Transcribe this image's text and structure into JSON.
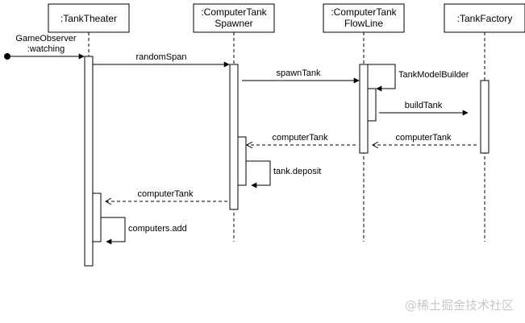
{
  "participants": [
    {
      "id": "theater",
      "lines": [
        ":TankTheater"
      ]
    },
    {
      "id": "spawner",
      "lines": [
        ":ComputerTank",
        "Spawner"
      ]
    },
    {
      "id": "flowline",
      "lines": [
        ":ComputerTank",
        "FlowLine"
      ]
    },
    {
      "id": "factory",
      "lines": [
        ":TankFactory"
      ]
    }
  ],
  "messages": {
    "observer": [
      [
        "GameObserver",
        ":watching"
      ]
    ],
    "random_span": "randomSpan",
    "spawn_tank": "spawnTank",
    "tank_model_builder": "TankModelBuilder",
    "build_tank": "buildTank",
    "computer_tank_return_factory": "computerTank",
    "computer_tank_return_flowline": "computerTank",
    "tank_deposit": "tank.deposit",
    "computer_tank_return_spawner": "computerTank",
    "computers_add": "computers.add"
  },
  "watermark": "@稀土掘金技术社区"
}
